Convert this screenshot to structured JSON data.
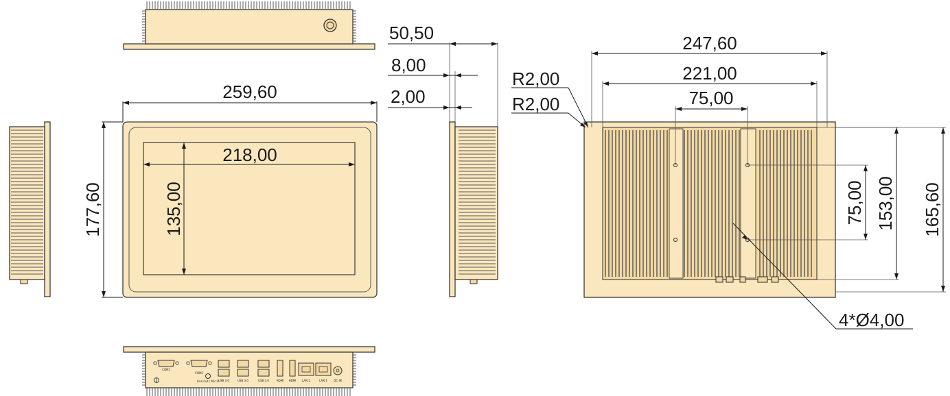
{
  "drawing": {
    "colors": {
      "enclosure_fill": "#fbe7be",
      "enclosure_fill_dark": "#f3d9a4",
      "outline": "#3a3a3a",
      "dimension_line": "#1a1a1a"
    },
    "front_view": {
      "overall_width": "259,60",
      "overall_height": "177,60",
      "screen_width": "218,00",
      "screen_height": "135,00"
    },
    "side_view": {
      "depth_total": "50,50",
      "bezel_thickness": "8,00",
      "flange_thickness": "2,00"
    },
    "rear_view": {
      "cutout_width": "247,60",
      "fin_width": "221,00",
      "vesa_horizontal": "75,00",
      "vesa_vertical": "75,00",
      "fin_height": "153,00",
      "cutout_height": "165,60",
      "radius_outer": "R2,00",
      "radius_inner": "R2,00",
      "mounting_holes": "4*Ø4,00"
    },
    "io_labels": [
      "COM1",
      "COM2",
      "Line Out / Mic In",
      "USB 3.0",
      "USB 3.0",
      "USB 3.0",
      "HDMI",
      "HDMI",
      "LAN 2",
      "LAN 1",
      "DC-IN"
    ],
    "icons": [
      "power-button-icon",
      "ground-icon"
    ]
  }
}
